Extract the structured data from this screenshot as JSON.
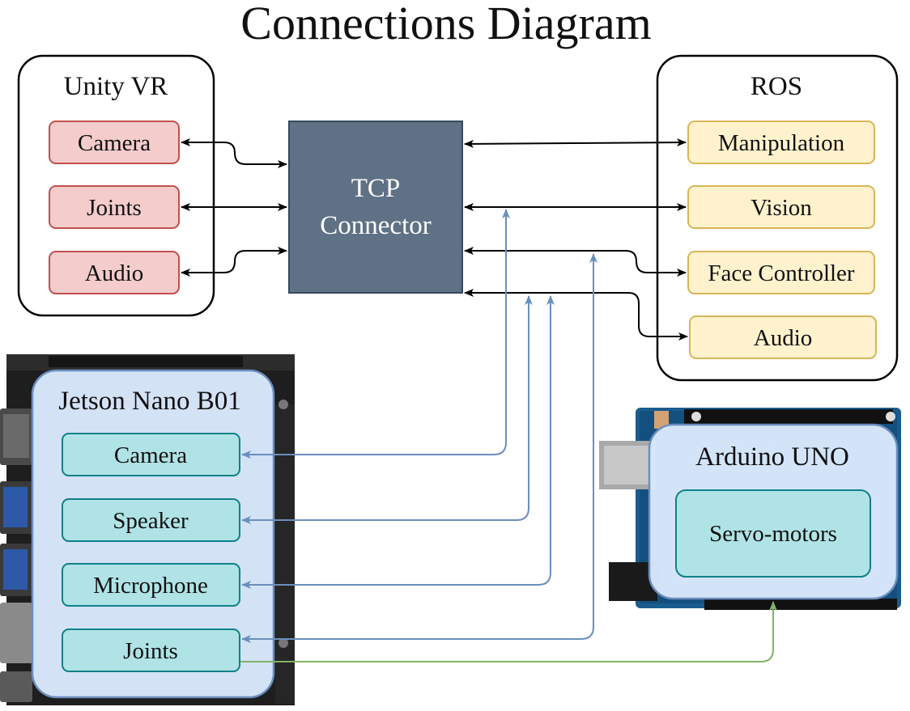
{
  "title": "Connections Diagram",
  "unity": {
    "title": "Unity VR",
    "items": [
      {
        "label": "Camera"
      },
      {
        "label": "Joints"
      },
      {
        "label": "Audio"
      }
    ]
  },
  "tcp": {
    "line1": "TCP",
    "line2": "Connector"
  },
  "ros": {
    "title": "ROS",
    "items": [
      {
        "label": "Manipulation"
      },
      {
        "label": "Vision"
      },
      {
        "label": "Face Controller"
      },
      {
        "label": "Audio"
      }
    ]
  },
  "jetson": {
    "title": "Jetson Nano B01",
    "items": [
      {
        "label": "Camera"
      },
      {
        "label": "Speaker"
      },
      {
        "label": "Microphone"
      },
      {
        "label": "Joints"
      }
    ]
  },
  "arduino": {
    "title": "Arduino UNO",
    "items": [
      {
        "label": "Servo-motors"
      }
    ]
  },
  "colors": {
    "unity_item_fill": "#f4cccc",
    "unity_item_stroke": "#c0504d",
    "tcp_fill": "#5f7184",
    "ros_item_fill": "#fff2cc",
    "ros_item_stroke": "#d6b656",
    "device_fill": "#dae8fc",
    "device_stroke": "#6c8ebf",
    "device_item_fill": "#b0e3e6",
    "device_item_stroke": "#0e8088",
    "arrow_black": "#000000",
    "arrow_blue": "#6c8ebf",
    "arrow_green": "#82b366"
  }
}
